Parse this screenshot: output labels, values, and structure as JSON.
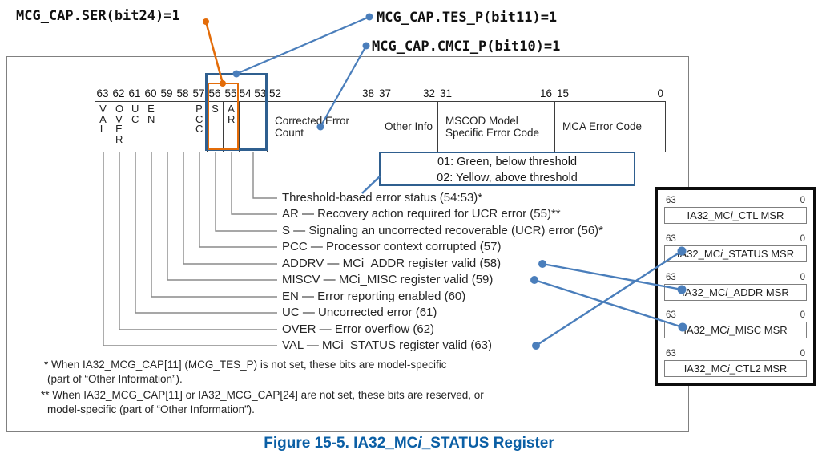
{
  "colors": {
    "accent_blue": "#4a7ebb",
    "box_blue": "#2f5f8f",
    "accent_orange": "#e36c09",
    "caption_blue": "#0b5fa5"
  },
  "annotations": {
    "ser": "MCG_CAP.SER(bit24)=1",
    "tes": "MCG_CAP.TES_P(bit11)=1",
    "cmci": "MCG_CAP.CMCI_P(bit10)=1"
  },
  "register": {
    "cells": [
      {
        "bit": "63",
        "label": "VAL"
      },
      {
        "bit": "62",
        "label": "OVER"
      },
      {
        "bit": "61",
        "label": "UC"
      },
      {
        "bit": "60",
        "label": "EN"
      },
      {
        "bit": "59",
        "label": ""
      },
      {
        "bit": "58",
        "label": ""
      },
      {
        "bit": "57",
        "label": "PCC"
      },
      {
        "bit": "56",
        "label": "S"
      },
      {
        "bit": "55",
        "label": "AR"
      },
      {
        "bit": "54 53",
        "label": ""
      }
    ],
    "fields": [
      {
        "bit_left": "52",
        "bit_right": "38",
        "label": "Corrected Error Count"
      },
      {
        "bit_left": "37",
        "bit_right": "32",
        "label": "Other Info"
      },
      {
        "bit_left": "31",
        "bit_right": "16",
        "label": "MSCOD Model Specific Error Code"
      },
      {
        "bit_left": "15",
        "bit_right": "0",
        "label": "MCA Error Code"
      }
    ]
  },
  "threshold_legend": {
    "line1": "01: Green, below threshold",
    "line2": "02: Yellow, above threshold"
  },
  "bit_descriptions": [
    "Threshold-based error status (54:53)*",
    "AR — Recovery action required for UCR error (55)**",
    "S — Signaling an uncorrected recoverable (UCR) error (56)*",
    "PCC — Processor context corrupted (57)",
    "ADDRV — MCi_ADDR register valid (58)",
    "MISCV — MCi_MISC register valid (59)",
    "EN — Error reporting enabled (60)",
    "UC — Uncorrected error (61)",
    "OVER — Error overflow (62)",
    "VAL — MCi_STATUS register valid (63)"
  ],
  "footnotes": {
    "note1_line1": "* When IA32_MCG_CAP[11] (MCG_TES_P) is not set, these bits are model-specific",
    "note1_line2": "(part of “Other Information”).",
    "note2_line1": "** When IA32_MCG_CAP[11] or IA32_MCG_CAP[24] are not set, these bits are reserved, or",
    "note2_line2": "model-specific (part of “Other Information”)."
  },
  "msr_panel": {
    "boxes": [
      {
        "left_bit": "63",
        "right_bit": "0",
        "prefix": "IA32_MC",
        "i": "i",
        "suffix": "_CTL MSR"
      },
      {
        "left_bit": "63",
        "right_bit": "0",
        "prefix": "IA32_MC",
        "i": "i",
        "suffix": "_STATUS MSR"
      },
      {
        "left_bit": "63",
        "right_bit": "0",
        "prefix": "IA32_MC",
        "i": "i",
        "suffix": "_ADDR MSR"
      },
      {
        "left_bit": "63",
        "right_bit": "0",
        "prefix": "IA32_MC",
        "i": "i",
        "suffix": "_MISC MSR"
      },
      {
        "left_bit": "63",
        "right_bit": "0",
        "prefix": "IA32_MC",
        "i": "i",
        "suffix": "_CTL2 MSR"
      }
    ]
  },
  "caption": {
    "prefix": "Figure 15-5.  IA32_MC",
    "i": "i",
    "suffix": "_STATUS Register"
  }
}
